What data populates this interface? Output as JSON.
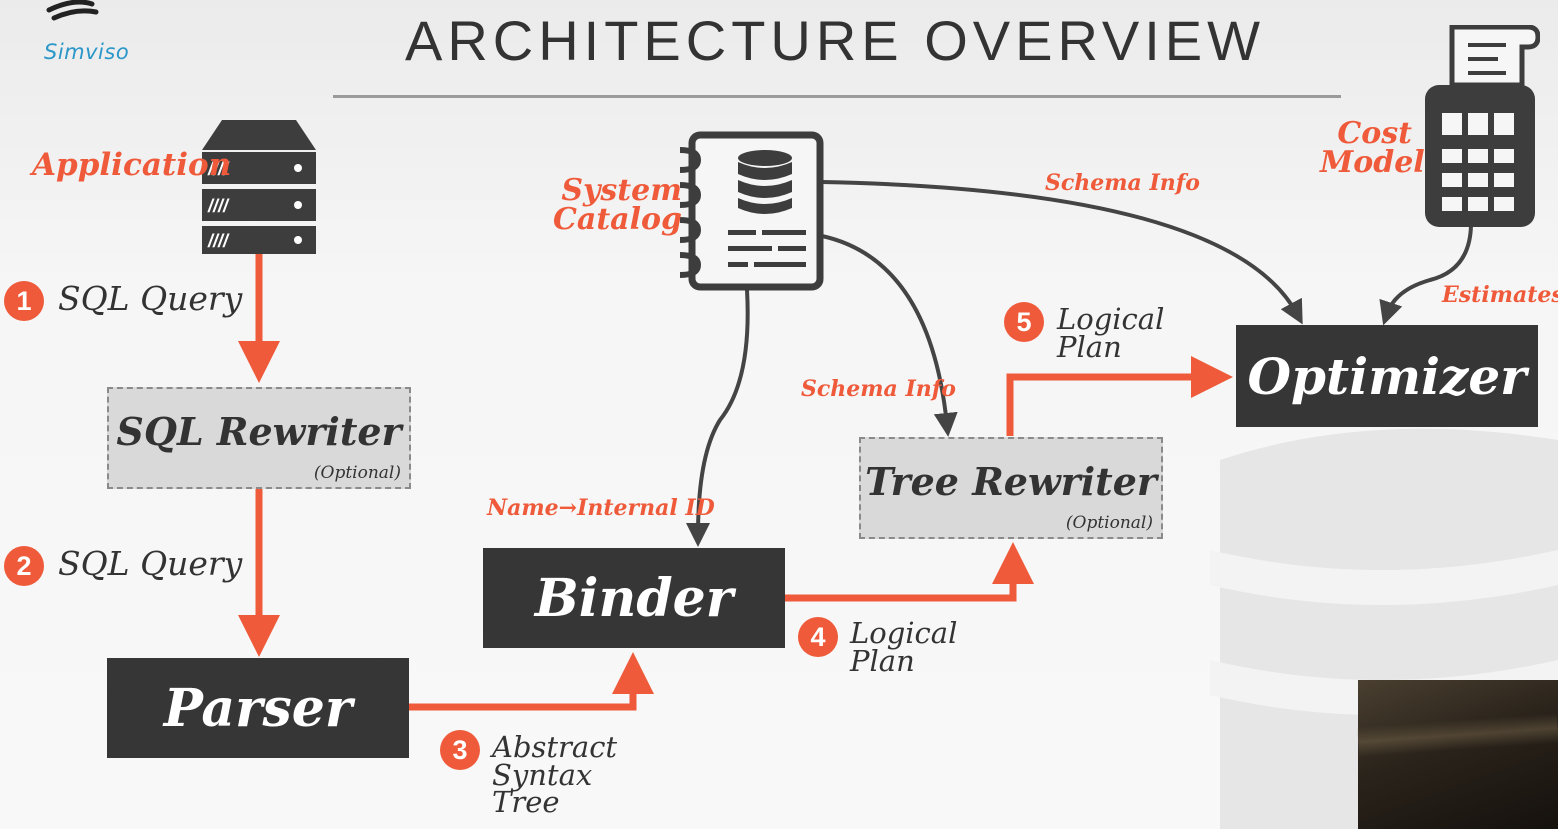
{
  "logo": {
    "text": "Simviso"
  },
  "title": "ARCHITECTURE OVERVIEW",
  "components": {
    "application": "Application",
    "system_catalog": "System\nCatalog",
    "cost_model": "Cost\nModel",
    "sql_rewriter": "SQL Rewriter",
    "sql_rewriter_optional": "(Optional)",
    "parser": "Parser",
    "binder": "Binder",
    "tree_rewriter": "Tree Rewriter",
    "tree_rewriter_optional": "(Optional)",
    "optimizer": "Optimizer"
  },
  "flows": {
    "schema_info_top": "Schema Info",
    "schema_info_mid": "Schema Info",
    "name_internal_id": "Name→Internal ID",
    "estimates": "Estimates"
  },
  "steps": [
    {
      "num": "1",
      "label": "SQL Query"
    },
    {
      "num": "2",
      "label": "SQL Query"
    },
    {
      "num": "3",
      "label": "Abstract\nSyntax\nTree"
    },
    {
      "num": "4",
      "label": "Logical\nPlan"
    },
    {
      "num": "5",
      "label": "Logical\nPlan"
    }
  ],
  "colors": {
    "accent": "#ef5a3a",
    "dark_box": "#363636",
    "dashed_box": "#d9d9d9",
    "text": "#333333"
  },
  "icons": [
    "server-icon",
    "notebook-database-icon",
    "calculator-receipt-icon",
    "database-watermark-icon"
  ]
}
